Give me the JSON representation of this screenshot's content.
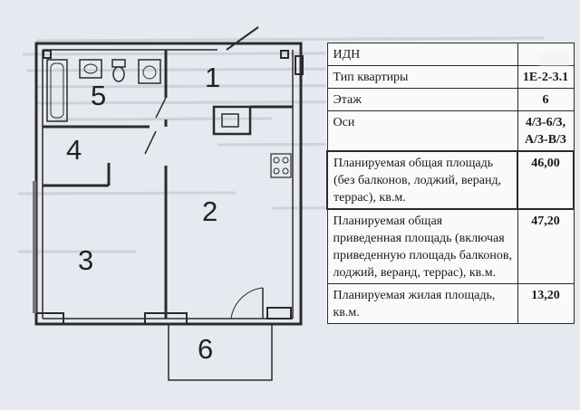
{
  "plan": {
    "rooms": [
      {
        "id": "room-1",
        "number": "1"
      },
      {
        "id": "room-2",
        "number": "2"
      },
      {
        "id": "room-3",
        "number": "3"
      },
      {
        "id": "room-4",
        "number": "4"
      },
      {
        "id": "room-5",
        "number": "5"
      },
      {
        "id": "room-6",
        "number": "6"
      }
    ]
  },
  "table": {
    "rows": [
      {
        "label": "ИДН",
        "value": ""
      },
      {
        "label": "Тип квартиры",
        "value": "1Е-2-3.1"
      },
      {
        "label": "Этаж",
        "value": "6"
      },
      {
        "label": "Оси",
        "value": "4/3-6/3, А/3-В/3"
      },
      {
        "label": "Планируемая общая площадь (без балконов, лоджий, веранд, террас), кв.м.",
        "value": "46,00"
      },
      {
        "label": "Планируемая общая приведенная площадь (включая приведенную площадь балконов, лоджий, веранд, террас), кв.м.",
        "value": "47,20"
      },
      {
        "label": "Планируемая жилая площадь, кв.м.",
        "value": "13,20"
      }
    ]
  },
  "colors": {
    "background": "#e6e9ef",
    "wall": "#2b2b2b",
    "table_bg": "#fafafa"
  }
}
